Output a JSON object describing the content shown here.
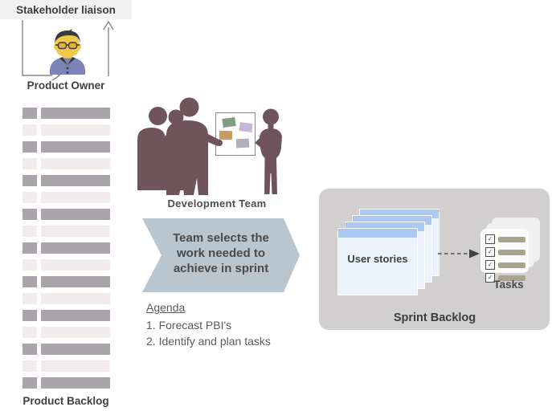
{
  "stakeholder": {
    "label": "Stakeholder liaison"
  },
  "product_owner": {
    "label": "Product Owner"
  },
  "product_backlog": {
    "label": "Product Backlog",
    "row_count": 17
  },
  "development_team": {
    "label": "Development Team",
    "board_notes": [
      {
        "name": "green-note",
        "color": "#819c84"
      },
      {
        "name": "lavender-note",
        "color": "#c6b6d8"
      },
      {
        "name": "orange-note",
        "color": "#c99b61"
      },
      {
        "name": "gray-note",
        "color": "#b2adbf"
      }
    ]
  },
  "chevron": {
    "lines": [
      "Team selects the",
      "work needed to",
      "achieve in sprint"
    ]
  },
  "agenda": {
    "title": "Agenda",
    "items": [
      "1. Forecast PBI's",
      "2. Identify and plan tasks"
    ]
  },
  "sprint_backlog": {
    "label": "Sprint Backlog",
    "user_stories": {
      "label": "User stories",
      "card_count": 4
    },
    "tasks": {
      "label": "Tasks",
      "card_count": 3,
      "row_count": 4
    }
  },
  "colors": {
    "header_bg": "#f1f1f1",
    "text_dark": "#3f3f3f",
    "text_gray": "#595959",
    "backlog_dark": "#a9a5aa",
    "backlog_light": "#f2ecec",
    "silhouette": "#6f545b",
    "chevron_fill": "#b9c5cf",
    "panel_bg": "#d2cfd0",
    "story_header": "#a9c9f3",
    "story_body": "#edf3fc",
    "task_bar": "#aca28f",
    "connector_gray": "#858585",
    "avatar_shirt": "#7b83b8",
    "avatar_skin": "#f2c84b"
  }
}
